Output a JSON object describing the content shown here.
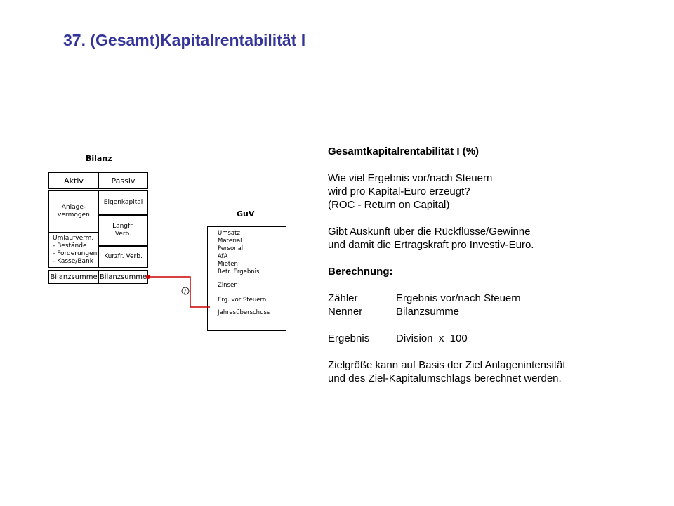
{
  "title": "37. (Gesamt)Kapitalrentabilität I",
  "diagram": {
    "bilanz": {
      "label": "Bilanz",
      "header_left": "Aktiv",
      "header_right": "Passiv",
      "anlage": "Anlage-\nvermögen",
      "eigenkapital": "Eigenkapital",
      "langfr": "Langfr.\nVerb.",
      "umlauf": "Umlaufverm.\n- Bestände\n- Forderungen\n- Kasse/Bank",
      "kurzfr": "Kurzfr. Verb.",
      "summe_left": "Bilanzsumme",
      "summe_right": "Bilanzsumme"
    },
    "guv": {
      "label": "GuV",
      "items": [
        "Umsatz",
        "Material",
        "Personal",
        "AfA",
        "Mieten",
        "Betr. Ergebnis",
        "Zinsen",
        "Erg. vor Steuern",
        "Jahresüberschuss"
      ]
    },
    "connector_symbol": "/"
  },
  "info": {
    "heading": "Gesamtkapitalrentabilität I (%)",
    "question1": "Wie viel Ergebnis vor/nach Steuern",
    "question2": "wird pro Kapital-Euro erzeugt?",
    "question3": "(ROC - Return on Capital)",
    "desc1": "Gibt Auskunft über die Rückflüsse/Gewinne",
    "desc2": "und damit die Ertragskraft pro Investiv-Euro.",
    "calc_heading": "Berechnung:",
    "zaehler_label": "Zähler",
    "zaehler_value": "Ergebnis vor/nach Steuern",
    "nenner_label": "Nenner",
    "nenner_value": "Bilanzsumme",
    "ergebnis_label": "Ergebnis",
    "ergebnis_value": "Division  x  100",
    "ziel1": "Zielgröße kann auf Basis der Ziel Anlagenintensität",
    "ziel2": "und des Ziel-Kapitalumschlags berechnet werden."
  },
  "colors": {
    "title": "#33339a",
    "connector": "#cc0000"
  }
}
